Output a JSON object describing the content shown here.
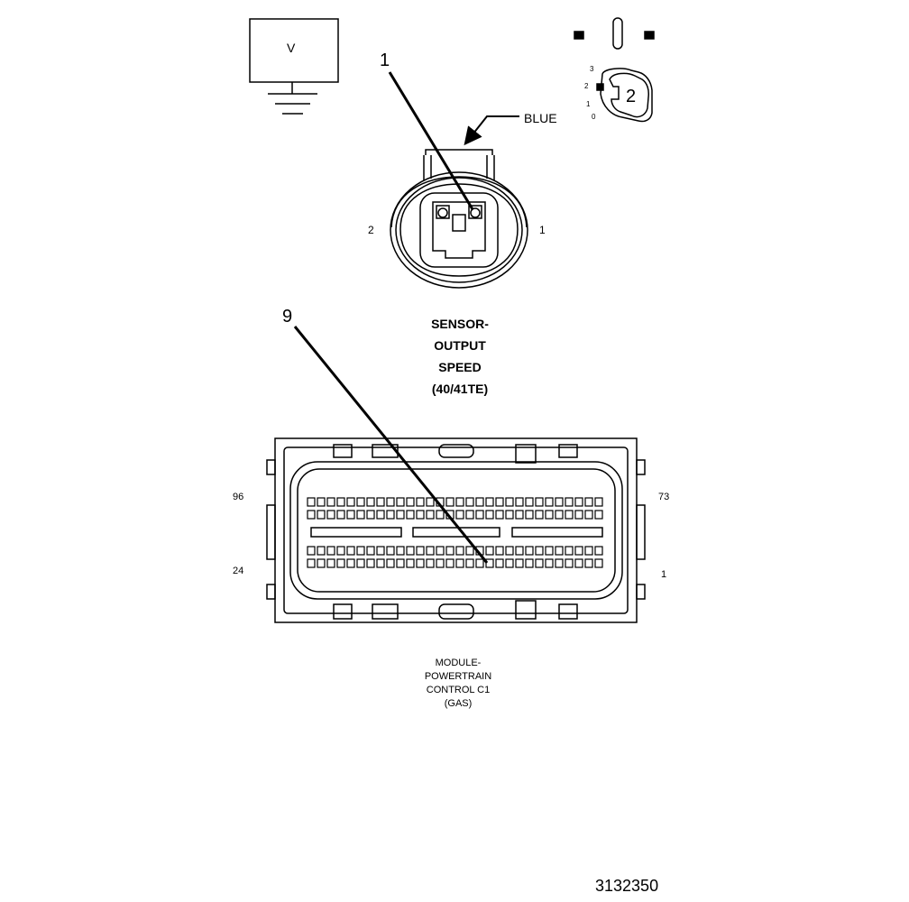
{
  "voltmeter": {
    "label": "V"
  },
  "selector_icon": {
    "positions": [
      "3",
      "2",
      "1",
      "0"
    ],
    "selected": "2"
  },
  "callouts": {
    "sensor_pin": "1",
    "pcm_pin": "9"
  },
  "sensor": {
    "wire_color": "BLUE",
    "pin_left": "2",
    "pin_right": "1",
    "title_lines": [
      "SENSOR-",
      "OUTPUT",
      "SPEED",
      "(40/41TE)"
    ]
  },
  "pcm": {
    "pin_top_left": "96",
    "pin_top_right": "73",
    "pin_bottom_left": "24",
    "pin_bottom_right": "1",
    "title_lines": [
      "MODULE-",
      "POWERTRAIN",
      "CONTROL C1",
      "(GAS)"
    ]
  },
  "figure_id": "3132350"
}
